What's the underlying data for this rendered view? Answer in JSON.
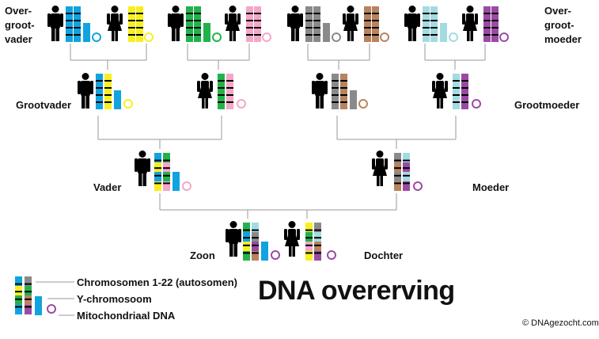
{
  "labels": {
    "gg_father": [
      "Over-",
      "groot-",
      "vader"
    ],
    "gg_mother": [
      "Over-",
      "groot-",
      "moeder"
    ],
    "grandfather": "Grootvader",
    "grandmother": "Grootmoeder",
    "father": "Vader",
    "mother": "Moeder",
    "son": "Zoon",
    "daughter": "Dochter"
  },
  "legend": {
    "autosomes": "Chromosomen 1-22 (autosomen)",
    "y_chromosome": "Y-chromosoom",
    "mito": "Mitochondriaal DNA"
  },
  "title": "DNA overerving",
  "credit": "DNAgezocht.com",
  "colors": {
    "blue": "#10a3e0",
    "yellow": "#f7f01e",
    "green": "#22b24c",
    "pink": "#f4a7c8",
    "gray": "#8a8a8a",
    "brown": "#b8835d",
    "lightblue": "#a3dbe3",
    "purple": "#9b4aa4"
  }
}
